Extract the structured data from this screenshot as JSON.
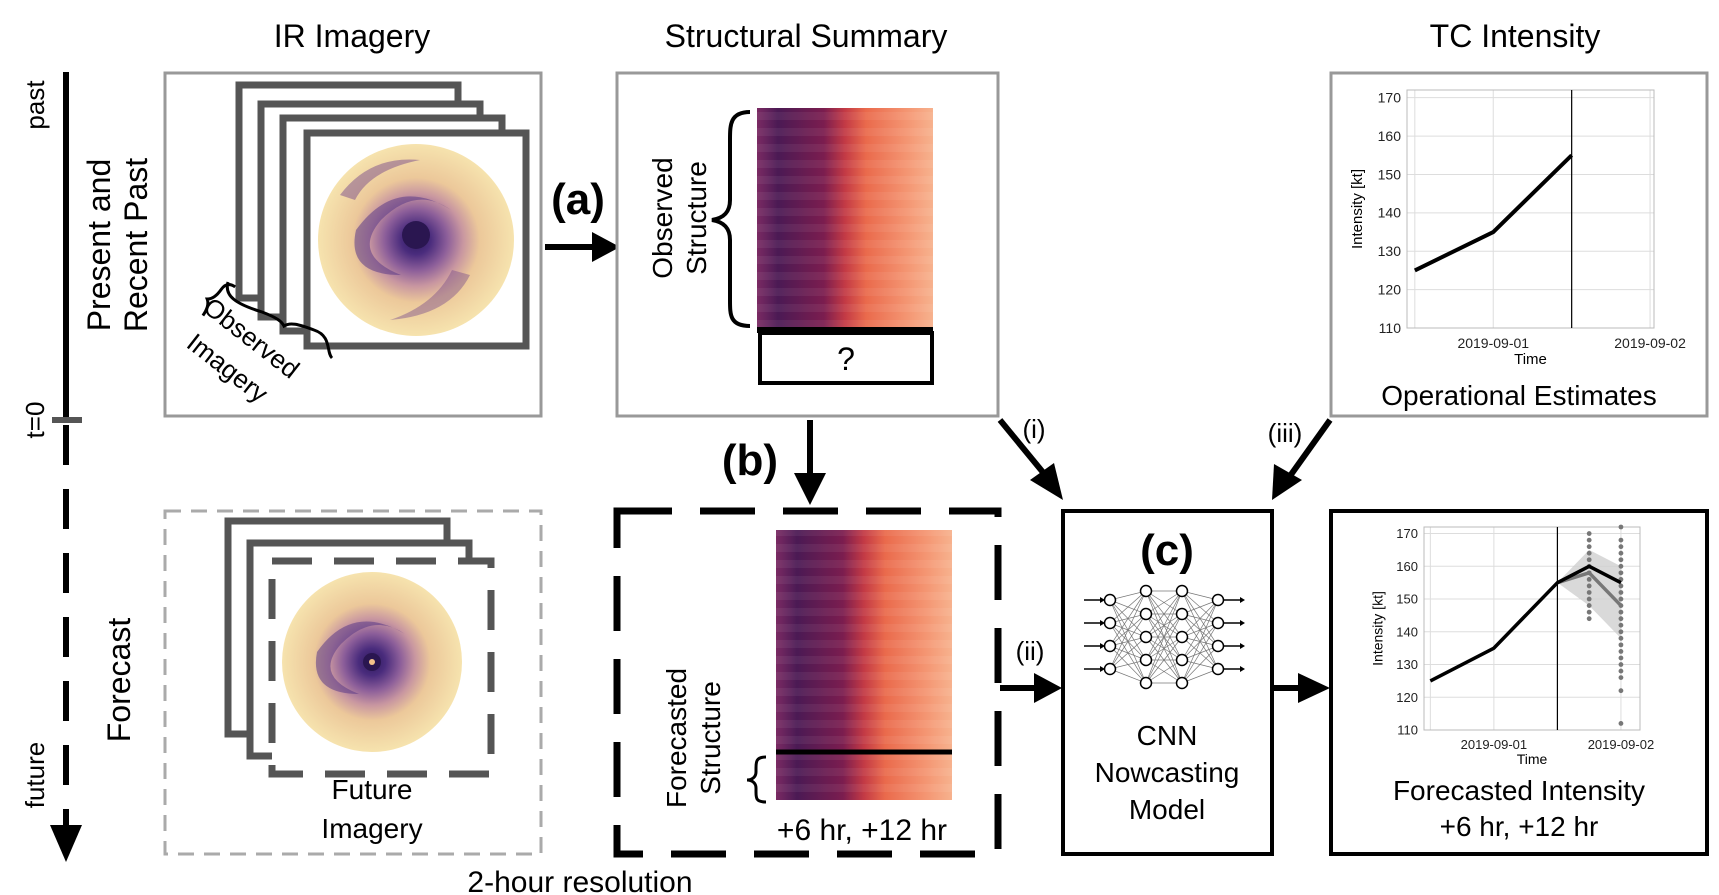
{
  "headers": {
    "ir_imagery": "IR Imagery",
    "structural_summary": "Structural Summary",
    "tc_intensity": "TC Intensity"
  },
  "timeline": {
    "past": "past",
    "t0": "t=0",
    "future": "future"
  },
  "rows": {
    "present_line1": "Present and",
    "present_line2": "Recent Past",
    "forecast": "Forecast"
  },
  "ir": {
    "observed_line1": "Observed",
    "observed_line2": "Imagery",
    "future_line1": "Future",
    "future_line2": "Imagery"
  },
  "structure": {
    "observed_line1": "Observed",
    "observed_line2": "Structure",
    "unknown": "?",
    "forecasted_line1": "Forecasted",
    "forecasted_line2": "Structure",
    "horizons": "+6 hr, +12 hr",
    "resolution": "2-hour resolution"
  },
  "labels": {
    "a": "(a)",
    "b": "(b)",
    "c": "(c)",
    "i": "(i)",
    "ii": "(ii)",
    "iii": "(iii)"
  },
  "model": {
    "line1": "CNN",
    "line2": "Nowcasting",
    "line3": "Model"
  },
  "operational": {
    "caption": "Operational Estimates"
  },
  "forecasted": {
    "caption_line1": "Forecasted Intensity",
    "caption_line2": "+6 hr, +12 hr"
  },
  "chart_data": [
    {
      "type": "line",
      "title": "",
      "caption": "Operational Estimates",
      "xlabel": "Time",
      "ylabel": "Intensity [kt]",
      "x_ticks": [
        "2019-09-01",
        "2019-09-02"
      ],
      "y_ticks": [
        110,
        120,
        130,
        140,
        150,
        160,
        170
      ],
      "ylim": [
        110,
        172
      ],
      "grid": true,
      "series": [
        {
          "x": [
            0.0,
            1.0,
            2.0
          ],
          "y": [
            125,
            135,
            155
          ],
          "color": "#000000"
        }
      ],
      "vertical_line_x": 2.0
    },
    {
      "type": "line",
      "title": "",
      "caption": "Forecasted Intensity +6 hr, +12 hr",
      "xlabel": "Time",
      "ylabel": "Intensity [kt]",
      "x_ticks": [
        "2019-09-01",
        "2019-09-02"
      ],
      "y_ticks": [
        110,
        120,
        130,
        140,
        150,
        160,
        170
      ],
      "ylim": [
        110,
        172
      ],
      "grid": true,
      "series": [
        {
          "x": [
            0.0,
            1.0,
            2.0,
            2.5,
            3.0
          ],
          "y": [
            125,
            135,
            155,
            160,
            155
          ],
          "color": "#000000"
        },
        {
          "x": [
            2.0,
            2.5,
            3.0
          ],
          "y": [
            155,
            158,
            148
          ],
          "color": "#777777"
        }
      ],
      "uncertainty_band": {
        "x": [
          2.0,
          2.5,
          3.0
        ],
        "lower": [
          155,
          148,
          138
        ],
        "upper": [
          155,
          165,
          160
        ]
      },
      "ensemble_points": [
        {
          "x": 2.5,
          "y": [
            144,
            146,
            148,
            150,
            152,
            154,
            156,
            158,
            160,
            162,
            164,
            166,
            168,
            170
          ]
        },
        {
          "x": 3.0,
          "y": [
            112,
            122,
            126,
            128,
            130,
            132,
            134,
            136,
            138,
            140,
            142,
            144,
            146,
            148,
            150,
            152,
            154,
            156,
            158,
            160,
            162,
            164,
            166,
            168,
            172
          ]
        }
      ],
      "vertical_line_x": 2.0
    }
  ]
}
